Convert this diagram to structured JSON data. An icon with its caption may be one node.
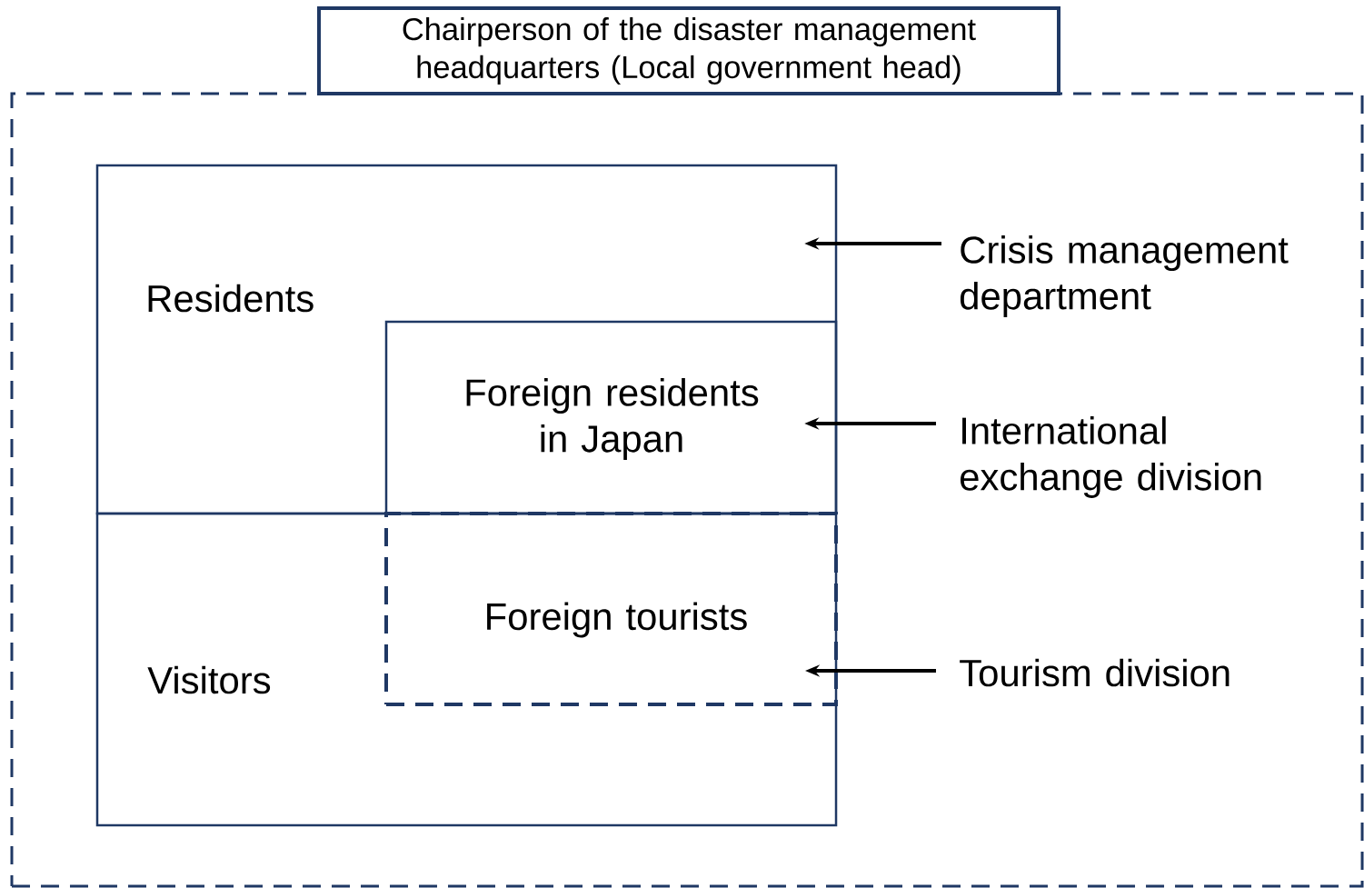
{
  "diagram": {
    "nodes": [
      {
        "text": [
          "Chairperson of the disaster management headquarters (Local government head)"
        ]
      },
      {
        "text": [],
        "shape": "box"
      },
      {
        "text": [
          "Residents"
        ],
        "in": 1
      },
      {
        "text": [
          "Foreign residents in Japan"
        ],
        "in": 2
      },
      {
        "text": [
          "Visitors"
        ],
        "in": 1
      },
      {
        "text": [
          "Foreign tourists"
        ],
        "in": 4
      },
      {
        "text": [
          "Crisis management department"
        ],
        "in": 1
      },
      {
        "text": [
          "International exchange division"
        ],
        "in": 1
      },
      {
        "text": [
          "Tourism division"
        ],
        "in": 1
      }
    ],
    "edges": [
      {
        "from": 6,
        "to": 2,
        "arrow": "to"
      },
      {
        "from": 7,
        "to": 3,
        "arrow": "to"
      },
      {
        "from": 8,
        "to": 5,
        "arrow": "to"
      }
    ]
  }
}
